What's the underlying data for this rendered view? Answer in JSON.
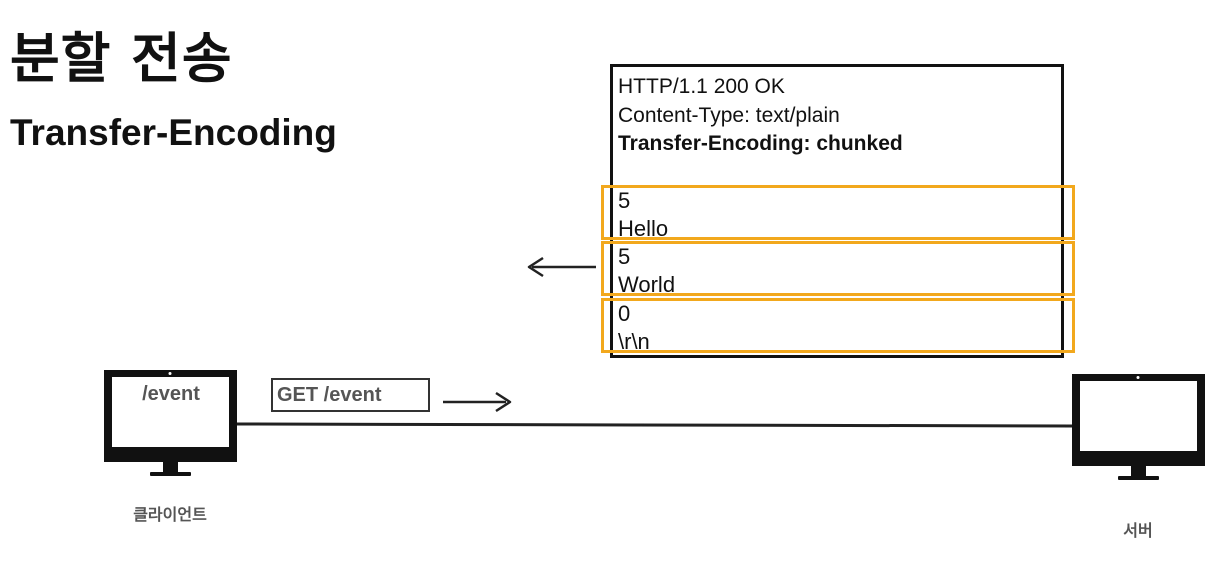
{
  "title": {
    "korean": "분할 전송",
    "english": "Transfer-Encoding"
  },
  "response": {
    "status_line": "HTTP/1.1 200 OK",
    "content_type": "Content-Type: text/plain",
    "transfer_encoding": "Transfer-Encoding: chunked",
    "chunks": [
      {
        "size": "5",
        "payload": "Hello"
      },
      {
        "size": "5",
        "payload": "World"
      },
      {
        "size": "0",
        "payload": "\\r\\n"
      }
    ]
  },
  "request": {
    "label": "GET /event"
  },
  "client": {
    "screen_text": "/event",
    "label": "클라이언트"
  },
  "server": {
    "label": "서버"
  },
  "colors": {
    "chunk_border": "#f2a81d",
    "ink": "#111111",
    "muted_text": "#555555"
  }
}
